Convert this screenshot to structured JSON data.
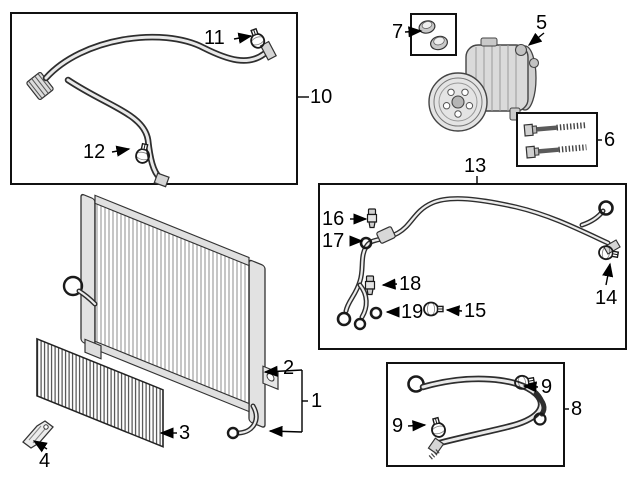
{
  "figure": {
    "type": "auto-ac-parts-diagram",
    "background": "#ffffff",
    "line_color": "#111111",
    "metal_fill": "#d8d8d8",
    "hose_dark": "#2e2e2e",
    "hose_light": "#e9e9e9"
  },
  "callouts": {
    "p1": "1",
    "p2": "2",
    "p3": "3",
    "p4": "4",
    "p5": "5",
    "p6": "6",
    "p7": "7",
    "p8": "8",
    "p9a": "9",
    "p9b": "9",
    "p10": "10",
    "p11": "11",
    "p12": "12",
    "p13": "13",
    "p14": "14",
    "p15": "15",
    "p16": "16",
    "p17": "17",
    "p18": "18",
    "p19": "19"
  }
}
